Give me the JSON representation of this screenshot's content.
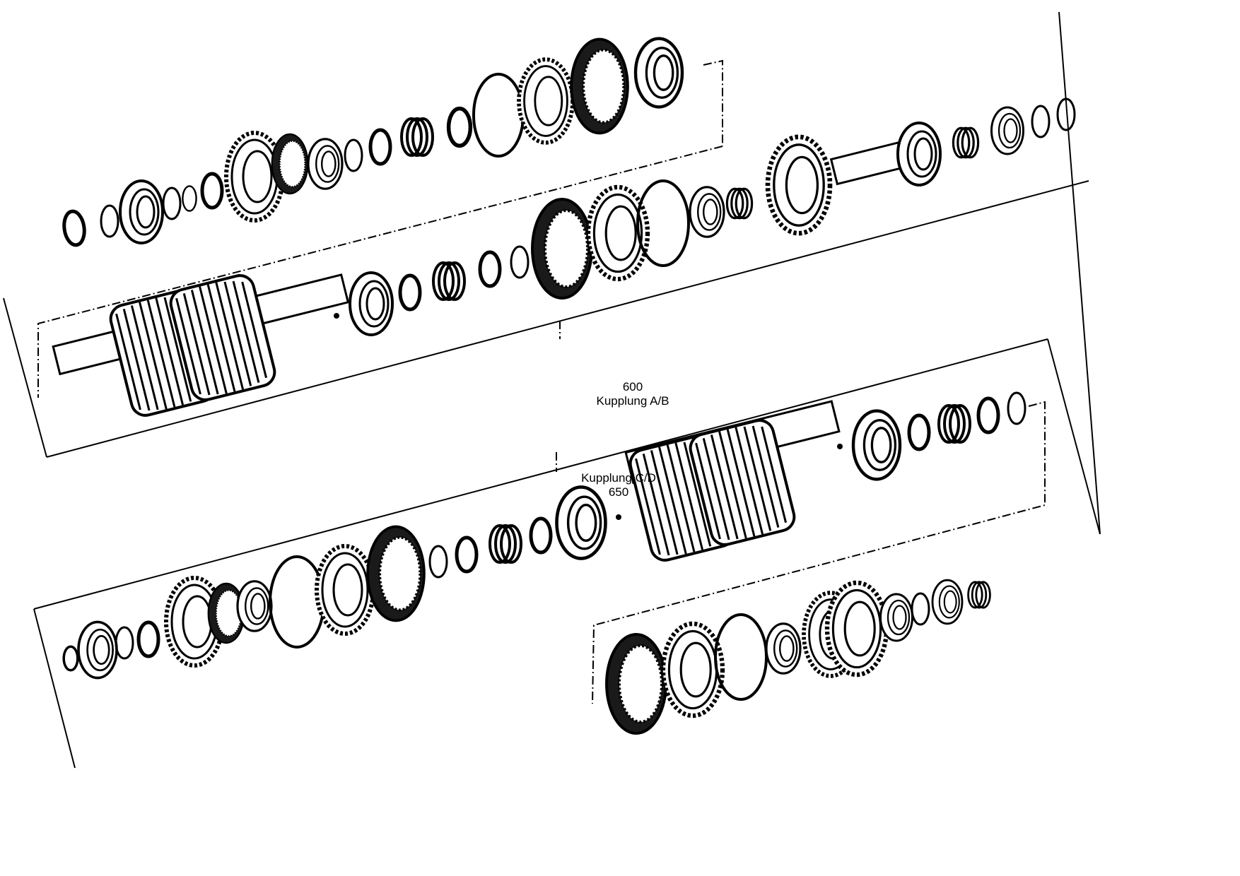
{
  "callouts": {
    "clutch_ab": {
      "number": "600",
      "label": "Kupplung A/B"
    },
    "clutch_cd": {
      "number": "650",
      "label": "Kupplung C/D"
    }
  },
  "colors": {
    "ink": "#000000",
    "paper": "#ffffff",
    "gear_fill": "#1a1a1a"
  }
}
